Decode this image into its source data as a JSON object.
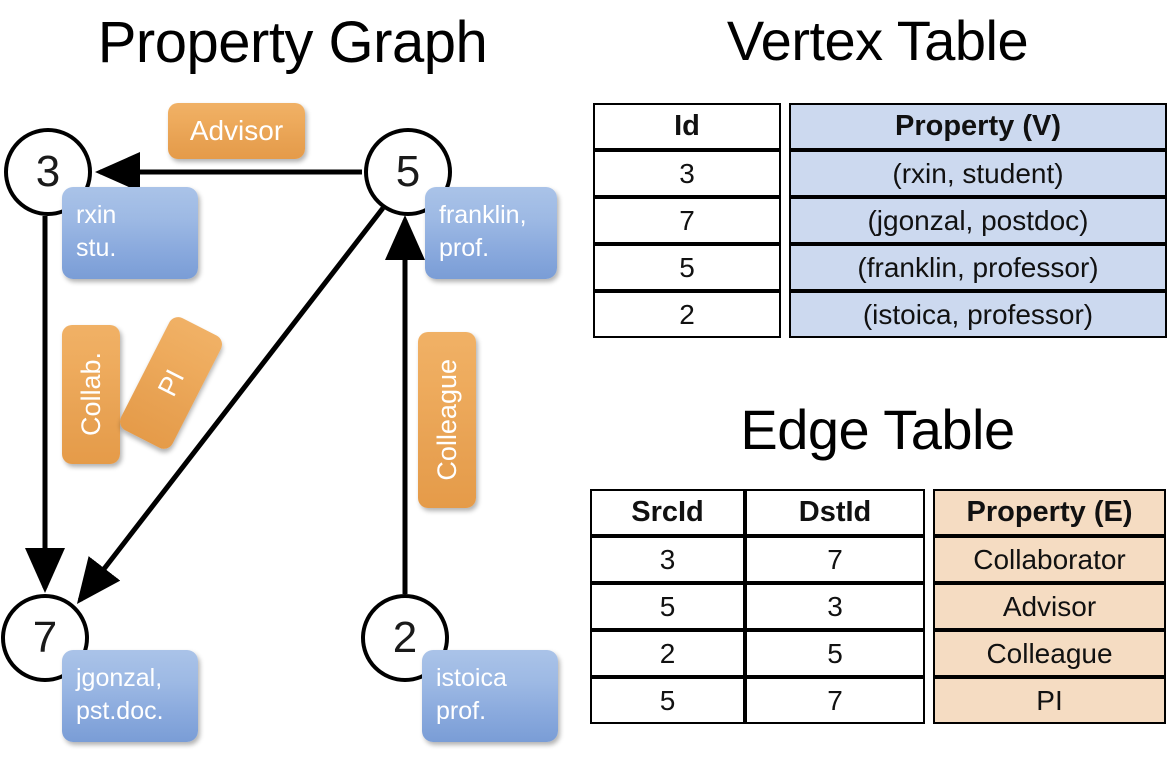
{
  "titles": {
    "property_graph": "Property Graph",
    "vertex_table": "Vertex Table",
    "edge_table": "Edge Table"
  },
  "colors": {
    "vertex_property_fill": "#ccd9ef",
    "edge_property_fill": "#f5dcc2",
    "node_box_blue": "#9db9e4",
    "edge_label_orange": "#eeab5d",
    "stroke": "#000000"
  },
  "graph": {
    "vertices": [
      {
        "id": "3",
        "label": "rxin\nstu."
      },
      {
        "id": "5",
        "label": "franklin,\nprof."
      },
      {
        "id": "7",
        "label": "jgonzal,\npst.doc."
      },
      {
        "id": "2",
        "label": "istoica\nprof."
      }
    ],
    "edge_labels": {
      "advisor": "Advisor",
      "collab": "Collab.",
      "pi": "PI",
      "colleague": "Colleague"
    },
    "edges": [
      {
        "from": "5",
        "to": "3",
        "label": "Advisor"
      },
      {
        "from": "3",
        "to": "7",
        "label": "Collab."
      },
      {
        "from": "5",
        "to": "7",
        "label": "PI"
      },
      {
        "from": "2",
        "to": "5",
        "label": "Colleague"
      }
    ]
  },
  "vertex_table": {
    "headers": [
      "Id",
      "Property (V)"
    ],
    "rows": [
      {
        "id": "3",
        "property": "(rxin, student)"
      },
      {
        "id": "7",
        "property": "(jgonzal, postdoc)"
      },
      {
        "id": "5",
        "property": "(franklin, professor)"
      },
      {
        "id": "2",
        "property": "(istoica, professor)"
      }
    ]
  },
  "edge_table": {
    "headers": [
      "SrcId",
      "DstId",
      "Property (E)"
    ],
    "rows": [
      {
        "src": "3",
        "dst": "7",
        "property": "Collaborator"
      },
      {
        "src": "5",
        "dst": "3",
        "property": "Advisor"
      },
      {
        "src": "2",
        "dst": "5",
        "property": "Colleague"
      },
      {
        "src": "5",
        "dst": "7",
        "property": "PI"
      }
    ]
  }
}
